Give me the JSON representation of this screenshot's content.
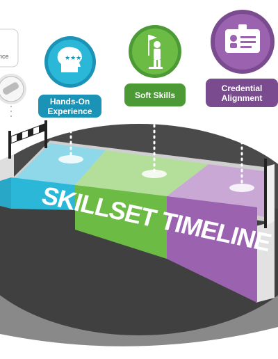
{
  "infographic": {
    "title": "SKILLSET TIMELINE",
    "partial_label": "nce",
    "milestones": [
      {
        "label": "Hands-On Experience",
        "icon": "brain-stars-icon",
        "color": "#1b93b6"
      },
      {
        "label": "Soft Skills",
        "icon": "flag-person-icon",
        "color": "#4c9a35"
      },
      {
        "label": "Credential Alignment",
        "icon": "id-badge-icon",
        "color": "#7a4c8f"
      }
    ],
    "colors": {
      "segment_blue": "#2bb8d8",
      "segment_green": "#6cbb45",
      "segment_purple": "#9b62b0",
      "ground": "#4a4a4a",
      "track_side": "#d9d9d9"
    }
  }
}
